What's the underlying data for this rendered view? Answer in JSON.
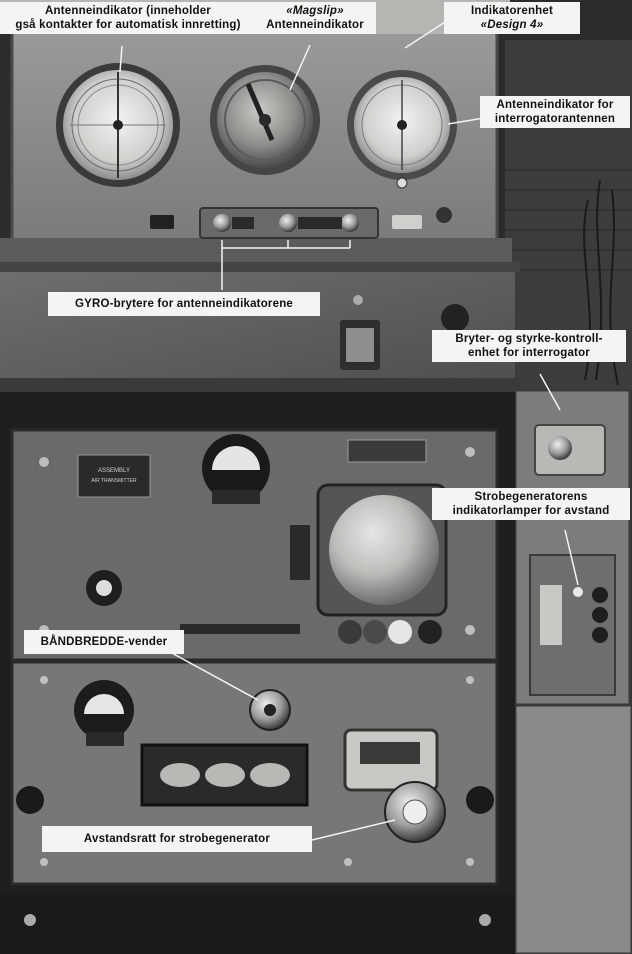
{
  "labels": {
    "antenna_indicator_auto": {
      "line1": "Antenneindikator (inneholder",
      "line2": "gså kontakter for automatisk innretting)"
    },
    "magslip": {
      "line1": "«Magslip»",
      "line2": "Antenneindikator"
    },
    "indicator_unit": {
      "line1": "Indikatorenhet",
      "line2": "«Design 4»"
    },
    "interrogator_antenna": {
      "line1": "Antenneindikator for",
      "line2": "interrogatorantennen"
    },
    "gyro_switches": {
      "line1": "GYRO-brytere for antenneindikatorene"
    },
    "switch_control": {
      "line1": "Bryter- og styrke-kontroll-",
      "line2": "enhet for interrogator"
    },
    "strobe_lamps": {
      "line1": "Strobegeneratorens",
      "line2": "indikatorlamper for avstand"
    },
    "bandwidth": {
      "line1": "BÅNDBREDDE-vender"
    },
    "range_knob": {
      "line1": "Avstandsratt for strobegenerator"
    }
  },
  "panel_plates": {
    "left_plate_line1": "ASSEMBLY",
    "left_plate_line2": "AIR TRANSMITTER"
  },
  "colors": {
    "panel_dark": "#3a3a3a",
    "panel_mid": "#5e5e5e",
    "panel_light": "#8a8a8a",
    "label_bg": "#f4f4f2"
  }
}
